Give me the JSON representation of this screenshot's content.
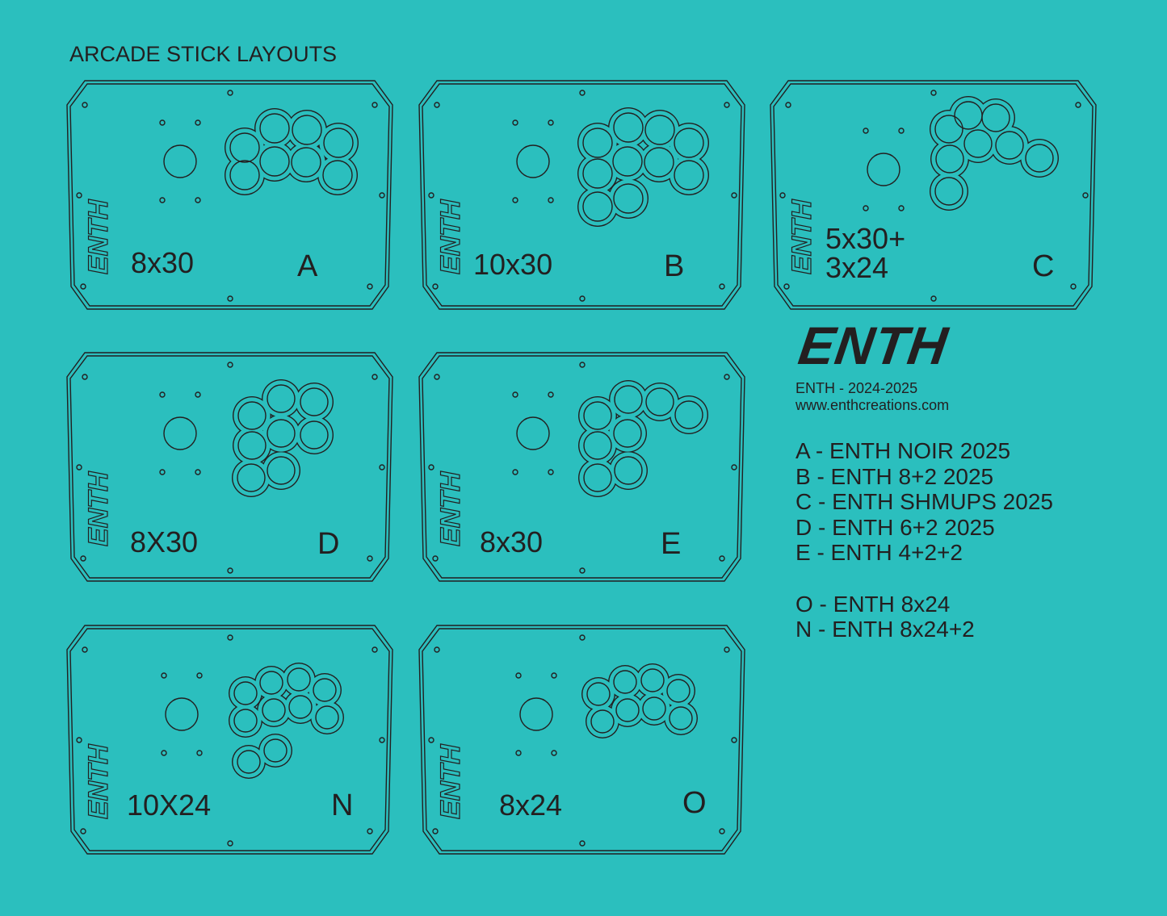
{
  "title": "ARCADE STICK LAYOUTS",
  "panels": [
    {
      "id": "A",
      "size": "8x30",
      "letter": "A"
    },
    {
      "id": "B",
      "size": "10x30",
      "letter": "B"
    },
    {
      "id": "C",
      "size": "5x30+\n3x24",
      "size_lines": [
        "5x30+",
        "3x24"
      ],
      "letter": "C"
    },
    {
      "id": "D",
      "size": "8X30",
      "letter": "D"
    },
    {
      "id": "E",
      "size": "8x30",
      "letter": "E"
    },
    {
      "id": "N",
      "size": "10X24",
      "letter": "N"
    },
    {
      "id": "O",
      "size": "8x24",
      "letter": "O"
    }
  ],
  "panel_logo": "ENTH",
  "brand": {
    "logo": "ENTH",
    "line1": "ENTH - 2024-2025",
    "line2": "www.enthcreations.com"
  },
  "legend": [
    "A - ENTH NOIR 2025",
    "B - ENTH 8+2 2025",
    "C - ENTH SHMUPS 2025",
    "D - ENTH 6+2 2025",
    "E - ENTH 4+2+2",
    "O - ENTH 8x24",
    "N - ENTH 8x24+2"
  ],
  "colors": {
    "background": "#2bbfbe",
    "ink": "#231f20"
  }
}
